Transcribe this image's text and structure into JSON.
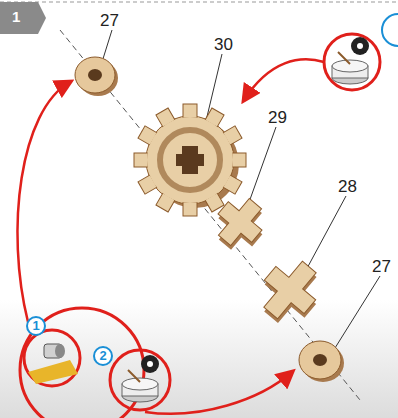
{
  "diagram": {
    "labels": [
      "1",
      "27",
      "30",
      "29",
      "28",
      "27",
      "1",
      "2"
    ]
  }
}
